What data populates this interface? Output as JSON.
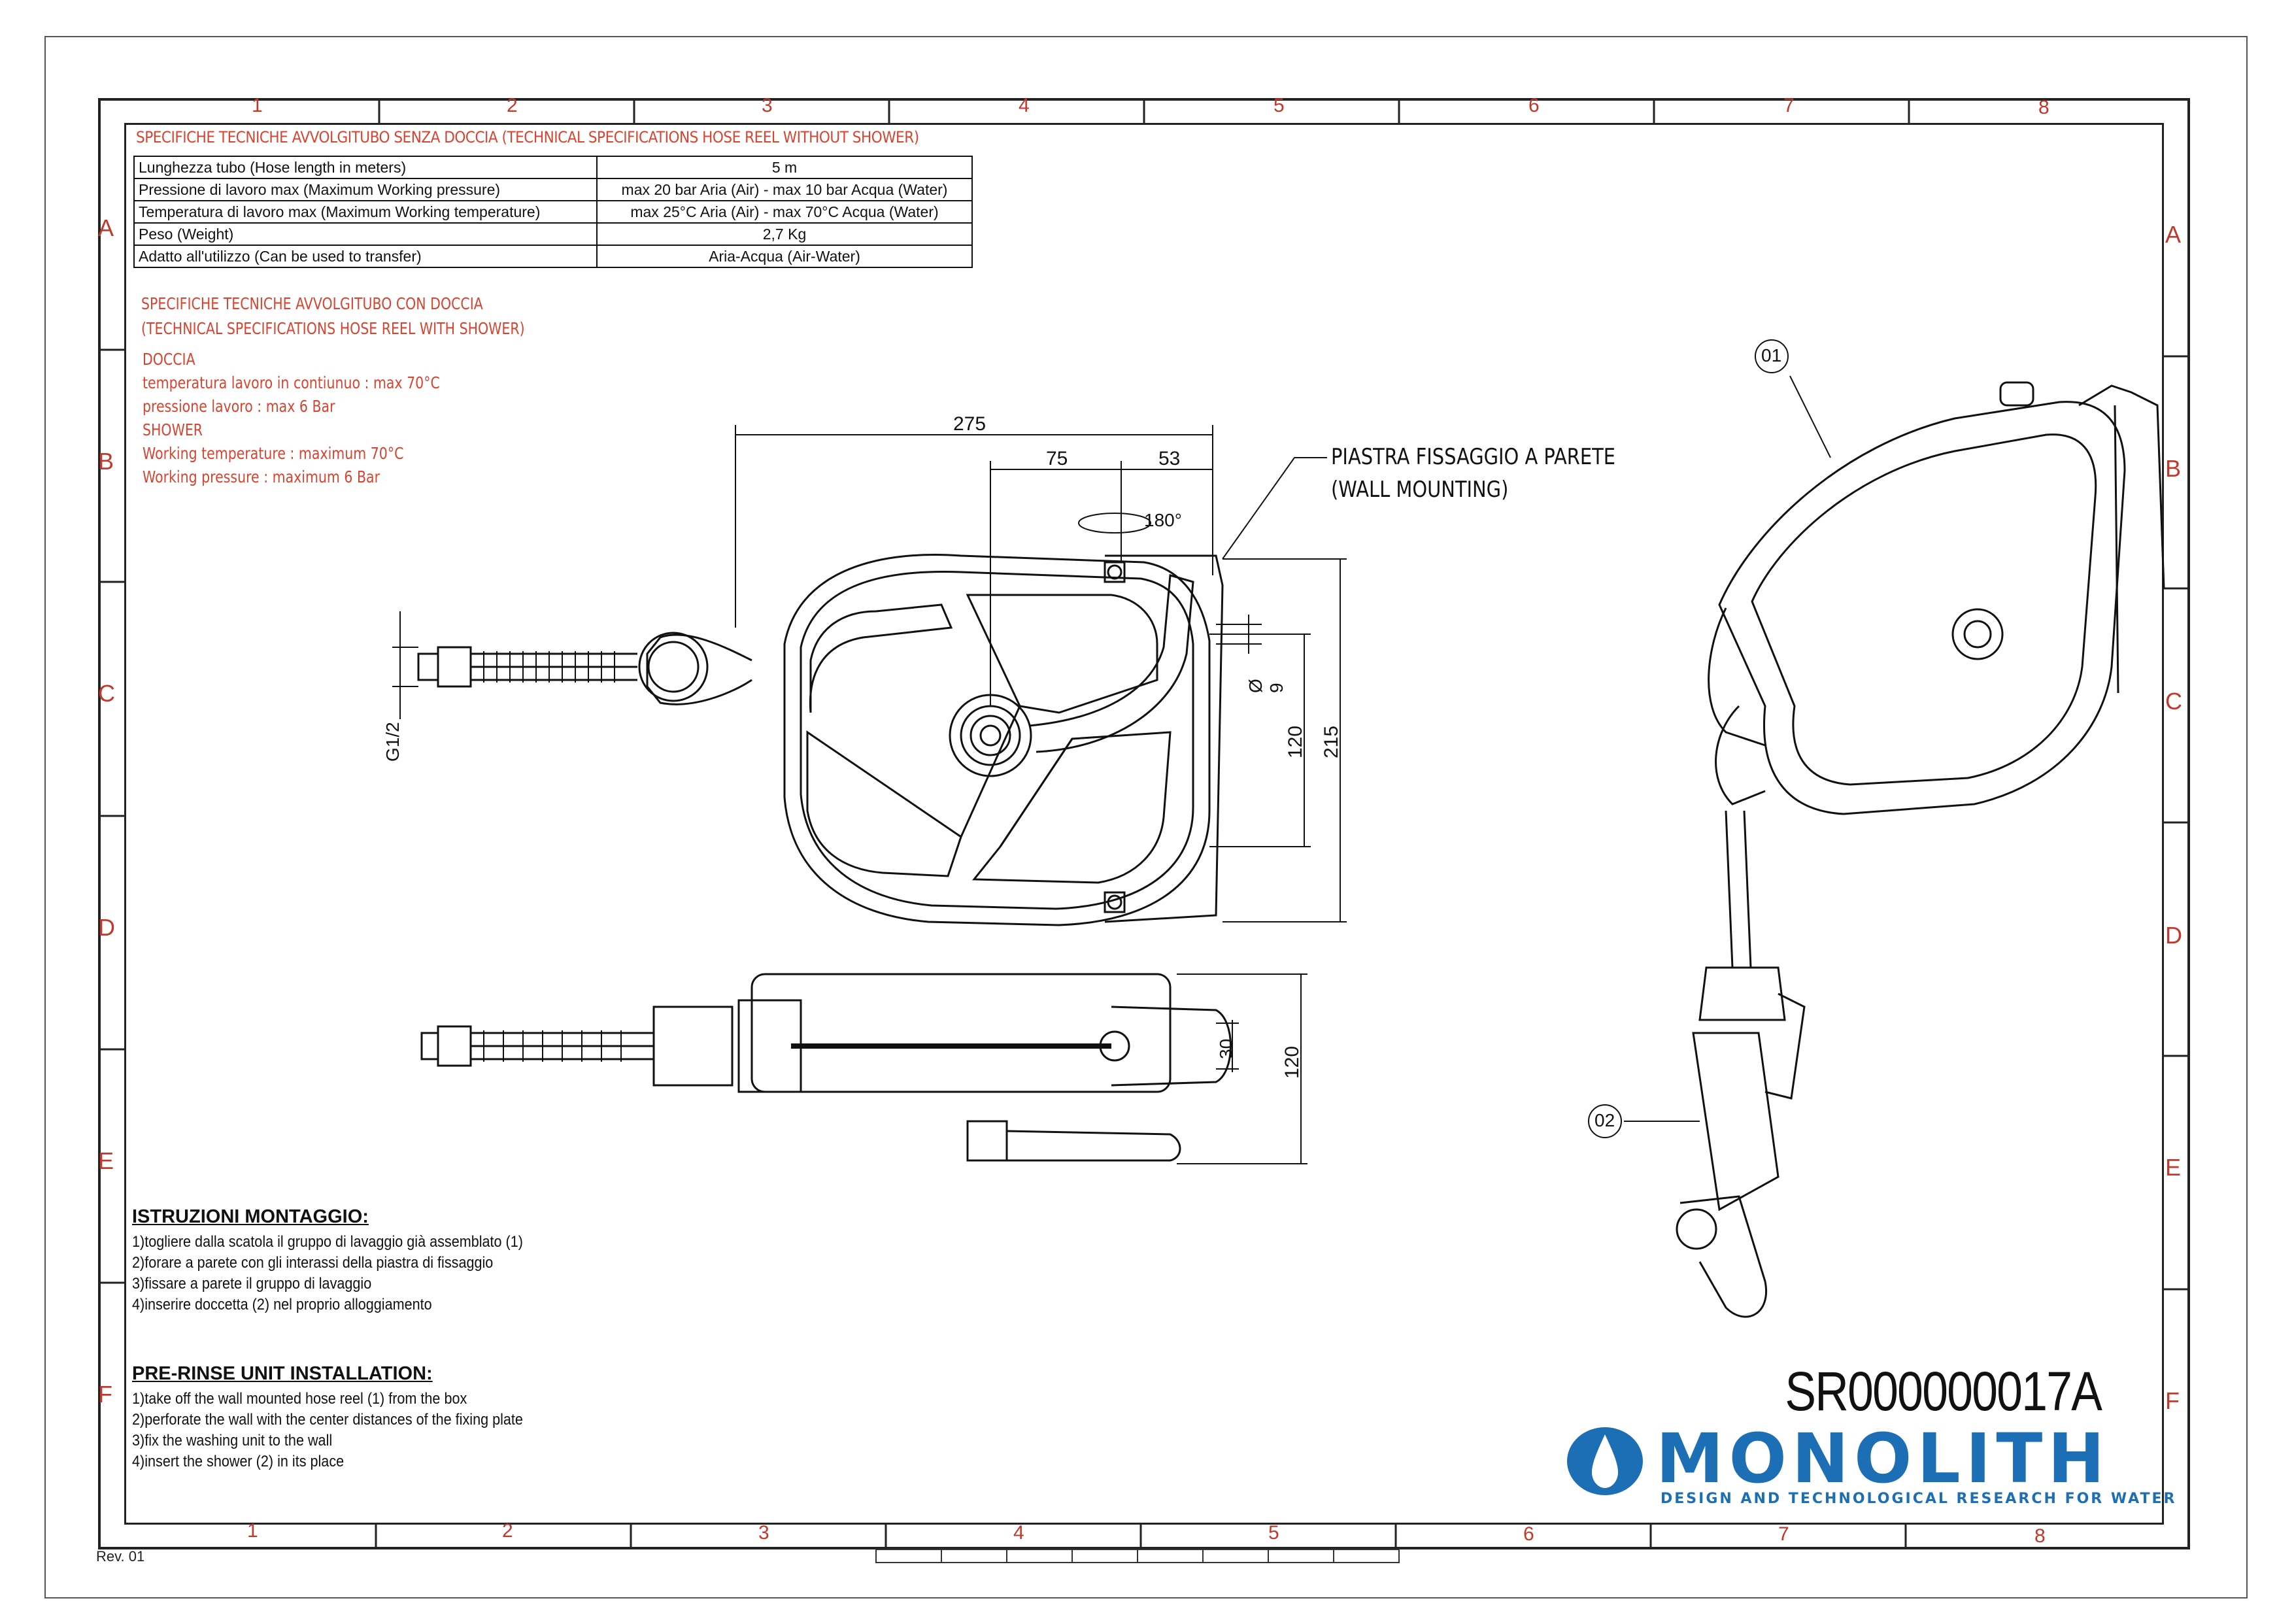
{
  "zones": {
    "columns": [
      "1",
      "2",
      "3",
      "4",
      "5",
      "6",
      "7",
      "8"
    ],
    "rows": [
      "A",
      "B",
      "C",
      "D",
      "E",
      "F"
    ]
  },
  "spec_without_shower": {
    "title": "SPECIFICHE TECNICHE AVVOLGITUBO SENZA DOCCIA (TECHNICAL SPECIFICATIONS HOSE REEL WITHOUT SHOWER)",
    "rows": [
      {
        "label": "Lunghezza tubo (Hose length in meters)",
        "value": "5 m"
      },
      {
        "label": "Pressione di lavoro max (Maximum Working pressure)",
        "value": "max 20 bar Aria (Air) - max 10 bar Acqua (Water)"
      },
      {
        "label": "Temperatura di lavoro max (Maximum Working temperature)",
        "value": "max 25°C Aria (Air) - max 70°C Acqua (Water)"
      },
      {
        "label": "Peso (Weight)",
        "value": "2,7 Kg"
      },
      {
        "label": "Adatto all'utilizzo (Can be used to transfer)",
        "value": "Aria-Acqua (Air-Water)"
      }
    ]
  },
  "spec_with_shower": {
    "lines": [
      "SPECIFICHE TECNICHE AVVOLGITUBO CON DOCCIA",
      "(TECHNICAL SPECIFICATIONS HOSE REEL WITH SHOWER)"
    ],
    "details": [
      "DOCCIA",
      "temperatura lavoro in contiunuo : max 70°C",
      "pressione lavoro : max 6 Bar",
      "SHOWER",
      "Working temperature : maximum 70°C",
      "Working pressure : maximum 6 Bar"
    ]
  },
  "callout": {
    "line1": "PIASTRA FISSAGGIO A PARETE",
    "line2": "(WALL MOUNTING)"
  },
  "dimensions": {
    "overall_width": "275",
    "d75": "75",
    "d53": "53",
    "rotation": "180°",
    "diameter": "Ø 9",
    "h120": "120",
    "h215": "215",
    "thread": "G1/2",
    "top_30": "30",
    "top_120": "120"
  },
  "parts": {
    "p01": "01",
    "p02": "02"
  },
  "instructions_it": {
    "title": "ISTRUZIONI MONTAGGIO:",
    "lines": [
      "1)togliere dalla scatola il gruppo di lavaggio già assemblato (1)",
      "2)forare a parete  con gli interassi della piastra di fissaggio",
      "3)fissare a parete il gruppo di lavaggio",
      "4)inserire doccetta (2) nel proprio alloggiamento"
    ]
  },
  "instructions_en": {
    "title": "PRE-RINSE UNIT INSTALLATION:",
    "lines": [
      "1)take off the wall mounted hose reel (1) from the box",
      "2)perforate the wall with the center distances of the fixing plate",
      "3)fix the washing unit to the wall",
      "4)insert the shower (2) in its place"
    ]
  },
  "title_block": {
    "code": "SR000000017A",
    "brand": "MONOLITH",
    "tagline": "DESIGN AND TECHNOLOGICAL RESEARCH FOR WATER",
    "brand_color": "#1c6fb5"
  },
  "revision": "Rev. 01"
}
